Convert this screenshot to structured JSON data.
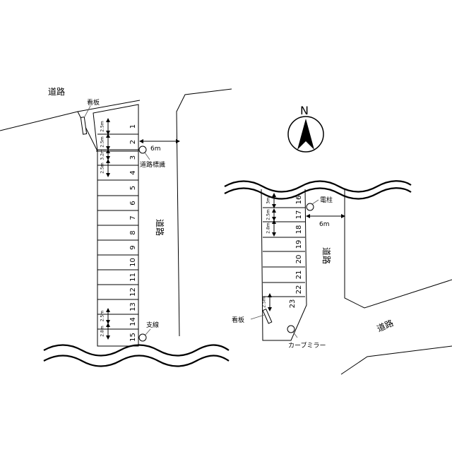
{
  "north_label": "N",
  "road_label": "道路",
  "signboard_label": "看板",
  "road_sign_label": "道路標識",
  "guy_wire_label": "支線",
  "utility_pole_label": "電柱",
  "curve_mirror_label": "カーブミラー",
  "road_width_label": "6m",
  "left_lot": {
    "spaces": [
      "1",
      "2",
      "3",
      "4",
      "5",
      "6",
      "7",
      "8",
      "9",
      "10",
      "11",
      "12",
      "13",
      "14",
      "15"
    ],
    "dims_top": [
      "2.5m",
      "2.5m",
      "3.2m",
      "2.5m"
    ],
    "dims_bottom": [
      "2.5m",
      "2.8m"
    ]
  },
  "right_lot": {
    "spaces": [
      "16",
      "17",
      "18",
      "19",
      "20",
      "21",
      "22",
      "23"
    ],
    "dims": [
      "3m",
      "2.5m",
      "2.8m",
      "2.5m"
    ]
  }
}
